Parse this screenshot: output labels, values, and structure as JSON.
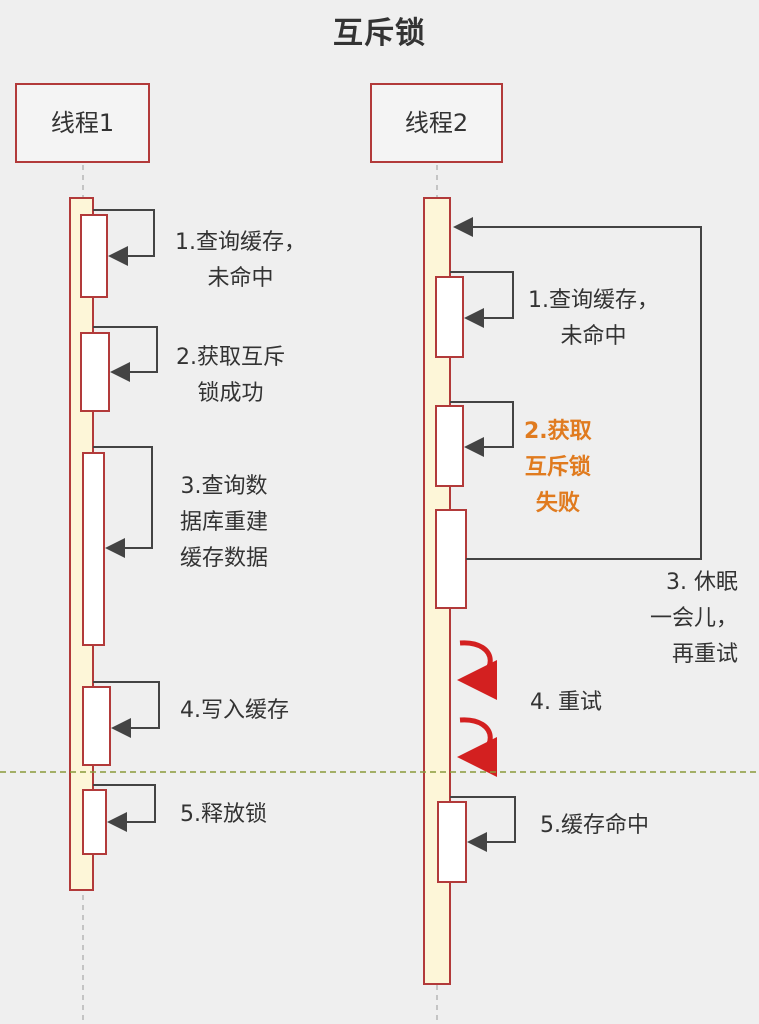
{
  "title": "互斥锁",
  "actors": [
    "线程1",
    "线程2"
  ],
  "thread1": {
    "step1": [
      "1.查询缓存，",
      "未命中"
    ],
    "step2": [
      "2.获取互斥",
      "锁成功"
    ],
    "step3": [
      "3.查询数",
      "据库重建",
      "缓存数据"
    ],
    "step4": "4.写入缓存",
    "step5": "5.释放锁"
  },
  "thread2": {
    "step1": [
      "1.查询缓存，",
      "未命中"
    ],
    "step2": [
      "2.获取",
      "互斥锁",
      "失败"
    ],
    "step3": [
      "3. 休眠",
      "一会儿，",
      "再重试"
    ],
    "step4": "4. 重试",
    "step5": "5.缓存命中"
  },
  "colors": {
    "frame": "#b23a3a",
    "lifeline_fill": "#fdf6d8",
    "retry_arrow": "#d32020",
    "highlight_text": "#e07b1f",
    "divider": "#8a9a3a"
  }
}
